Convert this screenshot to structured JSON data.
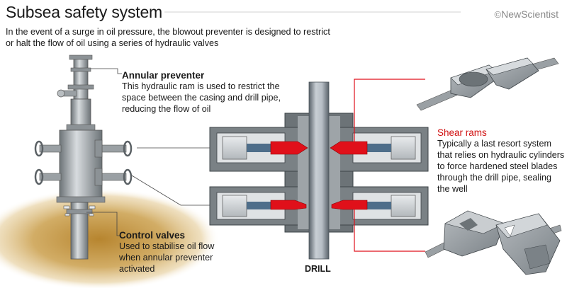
{
  "header": {
    "title": "Subsea safety system",
    "subtitle": "In the event of a surge in oil pressure, the blowout preventer is designed to restrict or halt the flow of oil using a series of hydraulic valves",
    "brand": "NewScientist"
  },
  "labels": {
    "annular": {
      "title": "Annular preventer",
      "body": "This hydraulic ram is used to restrict the space between the casing and drill pipe, reducing the flow of oil"
    },
    "shear": {
      "title": "Shear rams",
      "body": "Typically a last resort system that relies on hydraulic cylinders to force hardened steel blades through the drill pipe, sealing the well"
    },
    "control": {
      "title": "Control valves",
      "body": "Used to stabilise oil flow when annular preventer activated"
    },
    "drill": "DRILL"
  },
  "colors": {
    "accent_red": "#e0101a",
    "callout_red": "#d01010",
    "metal_dark": "#5e6468",
    "metal_mid": "#8a9094",
    "metal_light": "#c9cdd0",
    "seabed": "#c49a48"
  },
  "icons": [
    "copyright-icon"
  ]
}
